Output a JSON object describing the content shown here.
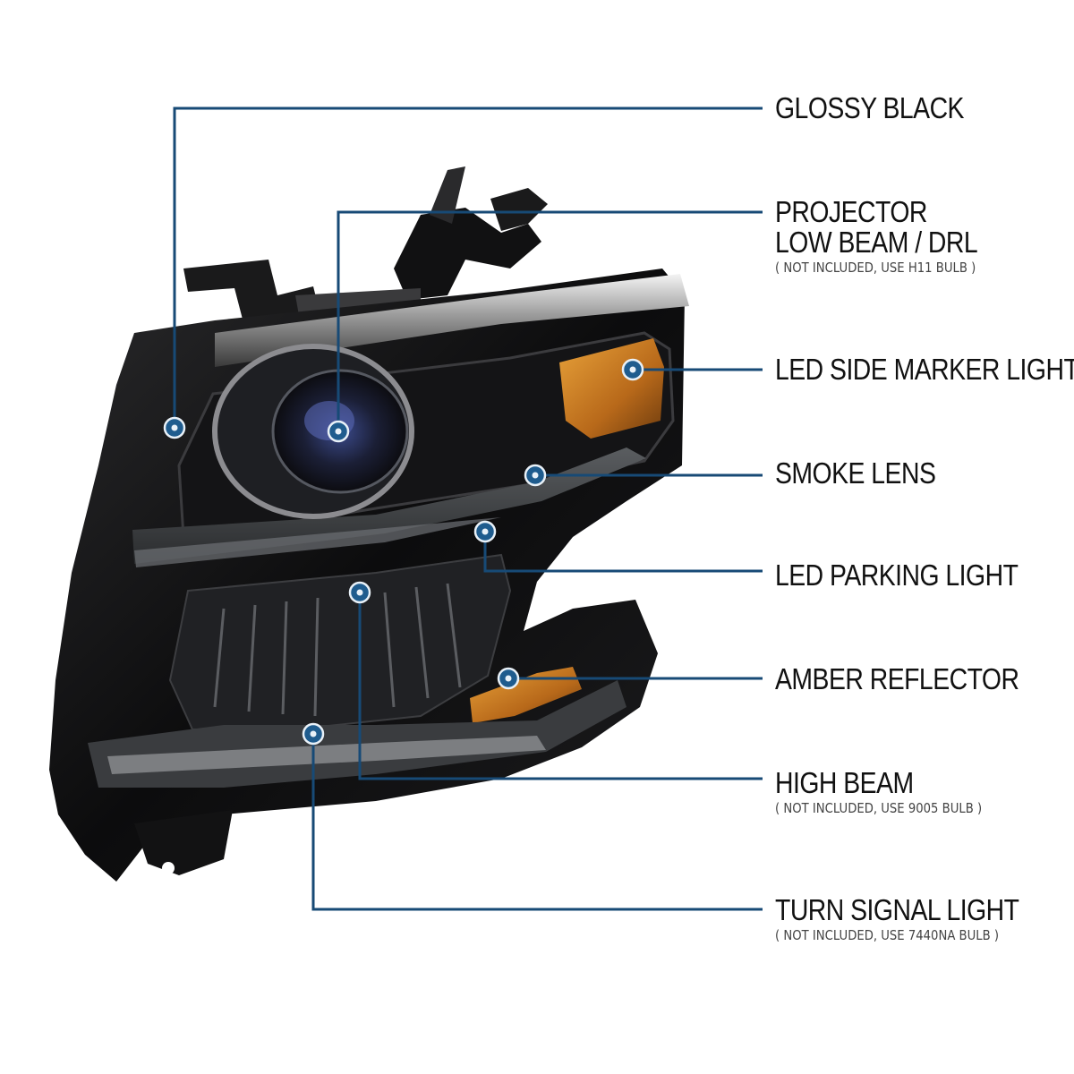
{
  "colors": {
    "callout_line": "#174a76",
    "callout_dot": "#1f5c8e",
    "dot_center": "#e9f1f8",
    "text": "#111111",
    "amber": "#d98a1e"
  },
  "callouts": [
    {
      "id": "glossy-black",
      "title": "GLOSSY BLACK",
      "note": ""
    },
    {
      "id": "projector",
      "title": "PROJECTOR",
      "title2": "LOW BEAM / DRL",
      "note": "( NOT INCLUDED, USE  H11  BULB )"
    },
    {
      "id": "led-side-marker",
      "title": "LED SIDE MARKER LIGHT",
      "note": ""
    },
    {
      "id": "smoke-lens",
      "title": "SMOKE LENS",
      "note": ""
    },
    {
      "id": "led-parking",
      "title": "LED PARKING LIGHT",
      "note": ""
    },
    {
      "id": "amber-reflector",
      "title": "AMBER REFLECTOR",
      "note": ""
    },
    {
      "id": "high-beam",
      "title": "HIGH BEAM",
      "note": "( NOT INCLUDED, USE  9005  BULB )"
    },
    {
      "id": "turn-signal",
      "title": "TURN SIGNAL LIGHT",
      "note": "( NOT INCLUDED, USE  7440NA  BULB )"
    }
  ]
}
